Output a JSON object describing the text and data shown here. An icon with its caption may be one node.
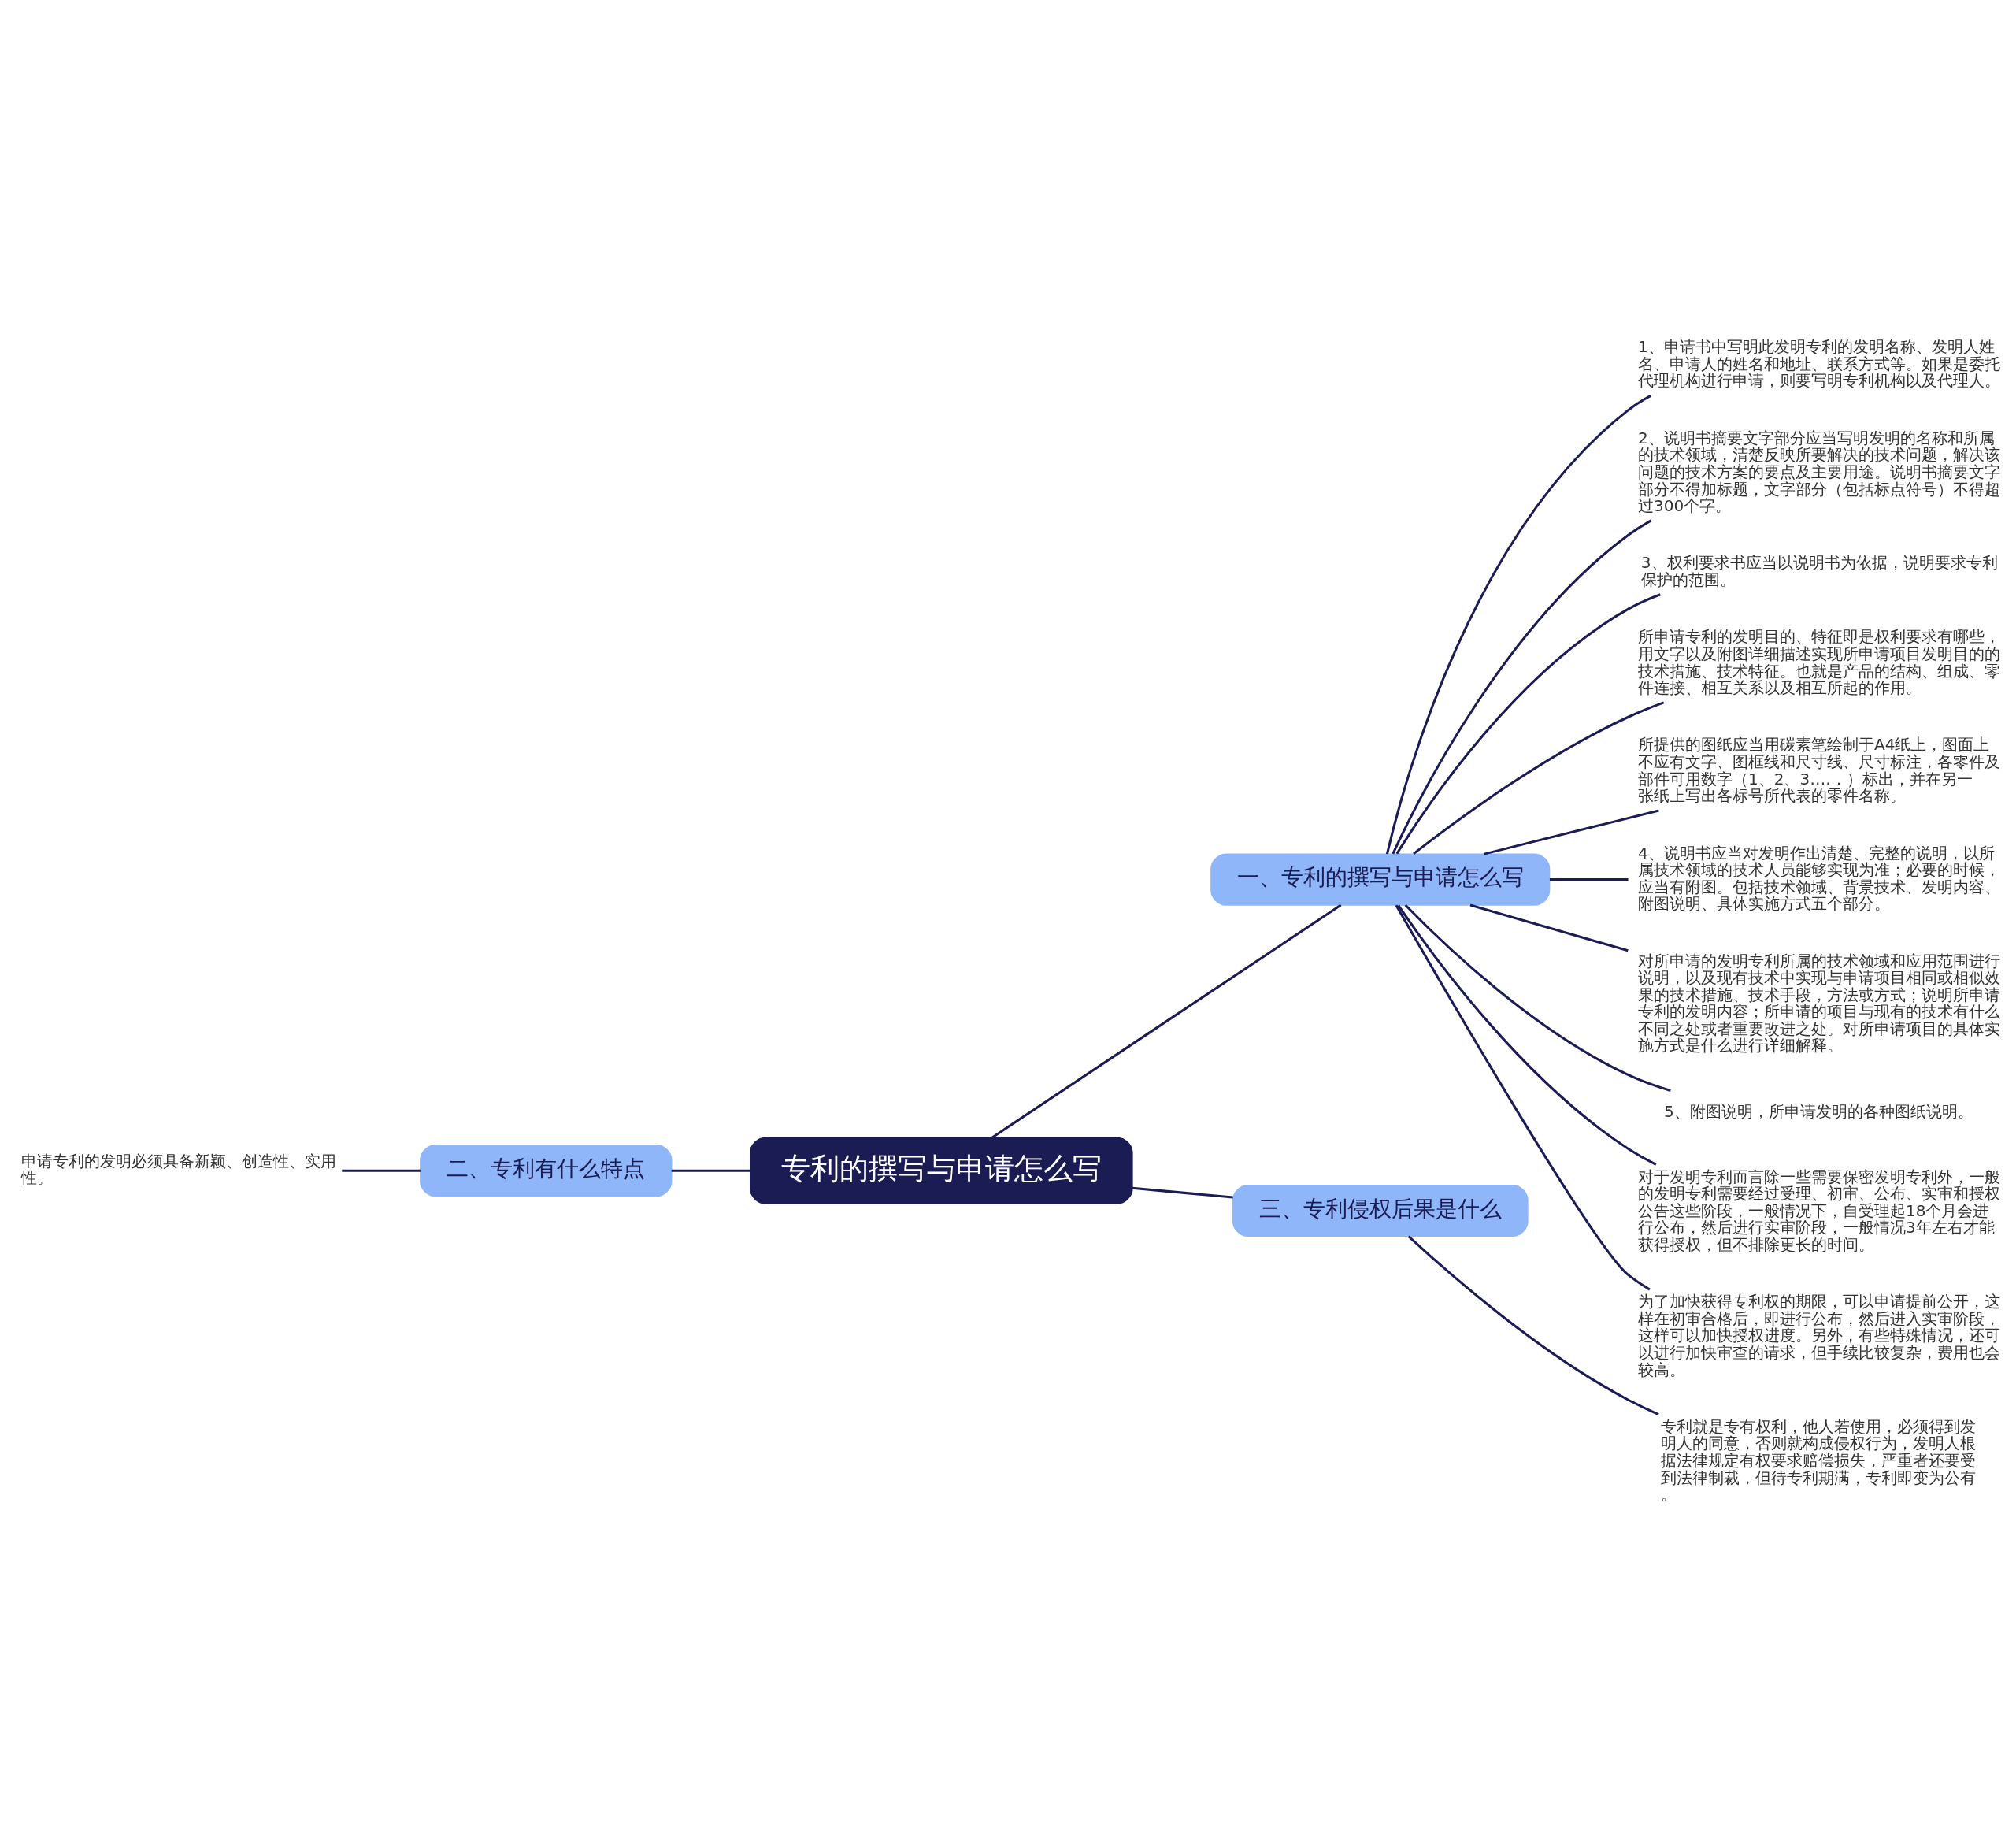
{
  "diagram": {
    "nodes": [
      {
        "text": [
          "专利的撰写与申请怎么写"
        ]
      },
      {
        "text": [
          "一、专利的撰写与申请怎么写"
        ]
      },
      {
        "text": [
          "1、申请书中写明此发明专利的发明名称、发明人姓名、申请人的姓名和地址、联系方式等。如果是委托代理机构进行申请，则要写明专利机构以及代理人。"
        ]
      },
      {
        "text": [
          "2、说明书摘要文字部分应当写明发明的名称和所属的技术领域，清楚反映所要解决的技术问题，解决该问题的技术方案的要点及主要用途。说明书摘要文字部分不得加标题，文字部分（包括标点符号）不得超过300个字。"
        ]
      },
      {
        "text": [
          "3、权利要求书应当以说明书为依据，说明要求专利保护的范围。"
        ]
      },
      {
        "text": [
          "所申请专利的发明目的、特征即是权利要求有哪些，用文字以及附图详细描述实现所申请项目发明目的的技术措施、技术特征。也就是产品的结构、组成、零件连接、相互关系以及相互所起的作用。"
        ]
      },
      {
        "text": [
          "所提供的图纸应当用碳素笔绘制于A4纸上，图面上不应有文字、图框线和尺寸线、尺寸标注，各零件及部件可用数字（1、2、3….．）标出，并在另一张纸上写出各标号所代表的零件名称。"
        ]
      },
      {
        "text": [
          "4、说明书应当对发明作出清楚、完整的说明，以所属技术领域的技术人员能够实现为准；必要的时候，应当有附图。包括技术领域、背景技术、发明内容、附图说明、具体实施方式五个部分。"
        ]
      },
      {
        "text": [
          "对所申请的发明专利所属的技术领域和应用范围进行说明，以及现有技术中实现与申请项目相同或相似效果的技术措施、技术手段，方法或方式；说明所申请专利的发明内容；所申请的项目与现有的技术有什么不同之处或者重要改进之处。对所申请项目的具体实施方式是什么进行详细解释。"
        ]
      },
      {
        "text": [
          "5、附图说明，所申请发明的各种图纸说明。"
        ]
      },
      {
        "text": [
          "对于发明专利而言除一些需要保密发明专利外，一般的发明专利需要经过受理、初审、公布、实审和授权公告这些阶段，一般情况下，自受理起18个月会进行公布，然后进行实审阶段，一般情况3年左右才能获得授权，但不排除更长的时间。"
        ]
      },
      {
        "text": [
          "为了加快获得专利权的期限，可以申请提前公开，这样在初审合格后，即进行公布，然后进入实审阶段，这样可以加快授权进度。另外，有些特殊情况，还可以进行加快审查的请求，但手续比较复杂，费用也会较高。"
        ]
      },
      {
        "text": [
          "二、专利有什么特点"
        ]
      },
      {
        "text": [
          "申请专利的发明必须具备新颖、创造性、实用性。"
        ]
      },
      {
        "text": [
          "三、专利侵权后果是什么"
        ]
      },
      {
        "text": [
          "专利就是专有权利，他人若使用，必须得到发明人的同意，否则就构成侵权行为，发明人根据法律规定有权要求赔偿损失，严重者还要受到法律制裁，但待专利期满，专利即变为公有。"
        ]
      }
    ],
    "edges": [
      {
        "from": 0,
        "to": 1,
        "arrow": "none"
      },
      {
        "from": 1,
        "to": 2,
        "arrow": "none"
      },
      {
        "from": 1,
        "to": 3,
        "arrow": "none"
      },
      {
        "from": 1,
        "to": 4,
        "arrow": "none"
      },
      {
        "from": 1,
        "to": 5,
        "arrow": "none"
      },
      {
        "from": 1,
        "to": 6,
        "arrow": "none"
      },
      {
        "from": 1,
        "to": 7,
        "arrow": "none"
      },
      {
        "from": 1,
        "to": 8,
        "arrow": "none"
      },
      {
        "from": 1,
        "to": 9,
        "arrow": "none"
      },
      {
        "from": 1,
        "to": 10,
        "arrow": "none"
      },
      {
        "from": 1,
        "to": 11,
        "arrow": "none"
      },
      {
        "from": 0,
        "to": 12,
        "arrow": "none"
      },
      {
        "from": 12,
        "to": 13,
        "arrow": "none"
      },
      {
        "from": 0,
        "to": 14,
        "arrow": "none"
      },
      {
        "from": 14,
        "to": 15,
        "arrow": "none"
      }
    ]
  }
}
